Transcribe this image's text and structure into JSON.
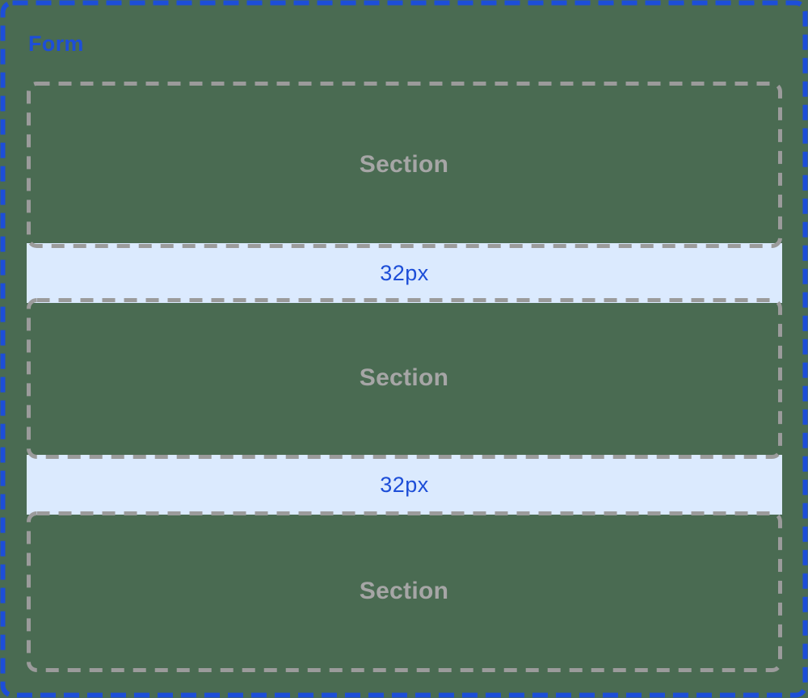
{
  "colors": {
    "canvas_bg": "#4a6b52",
    "form_accent": "#1d4ed8",
    "section_border": "#9b9b9b",
    "section_label": "#a6a6a6",
    "spacer_fill": "#dbeafe",
    "spacer_label": "#1d4ed8"
  },
  "form": {
    "label": "Form"
  },
  "sections": [
    {
      "label": "Section"
    },
    {
      "label": "Section"
    },
    {
      "label": "Section"
    }
  ],
  "spacers": [
    {
      "label": "32px"
    },
    {
      "label": "32px"
    }
  ]
}
